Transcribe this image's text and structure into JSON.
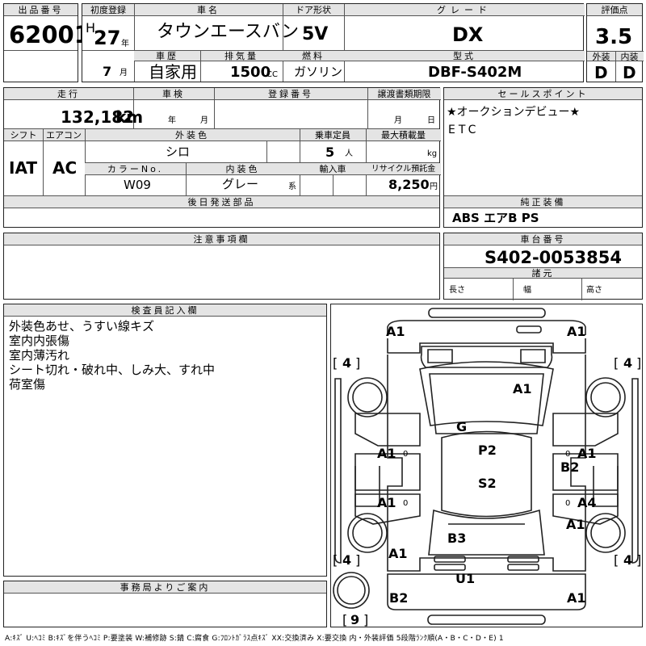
{
  "header_labels": {
    "lot_no": "出品番号",
    "first_reg": "初度登録",
    "car_name": "車名",
    "door": "ドア形状",
    "grade": "グレード",
    "score": "評価点",
    "history": "車歴",
    "displacement": "排気量",
    "fuel": "燃料",
    "model": "型式",
    "exterior": "外装",
    "interior": "内装",
    "mileage": "走行",
    "inspection": "車検",
    "reg_no": "登録番号",
    "transfer": "譲渡書類期限",
    "shift": "シフト",
    "aircon": "エアコン",
    "ext_color": "外装色",
    "capacity": "乗車定員",
    "max_load": "最大積載量",
    "color_no": "カラーNo.",
    "int_color": "内装色",
    "import": "輸入車",
    "recycle": "リサイクル預託金",
    "later": "後日発送部品",
    "selling": "セールスポイント",
    "options": "純正装備",
    "notes": "注意事項欄",
    "chassis": "車台番号",
    "specs": "諸元",
    "inspector": "検査員記入欄",
    "office": "事務局よりご案内"
  },
  "vehicle": {
    "lot_no": "62001",
    "era": "H",
    "year": "27",
    "year_unit": "年",
    "month": "7",
    "month_unit": "月",
    "car_name": "タウンエースバン",
    "door": "5V",
    "grade": "DX",
    "score": "3.5",
    "history": "自家用",
    "displacement": "1500",
    "displacement_unit": "CC",
    "fuel": "ガソリン",
    "model": "DBF-S402M",
    "exterior_grade": "D",
    "interior_grade": "D",
    "mileage": "132,182",
    "mileage_unit": "km",
    "insp_year_unit": "年",
    "insp_month_unit": "月",
    "transfer_month_unit": "月",
    "transfer_day_unit": "日",
    "shift": "IAT",
    "aircon": "AC",
    "ext_color": "シロ",
    "capacity": "5",
    "capacity_unit": "人",
    "load_unit": "kg",
    "color_no": "W09",
    "int_color": "グレー",
    "int_color_suffix": "系",
    "recycle_fee": "8,250",
    "recycle_unit": "円",
    "chassis_no": "S402-0053854",
    "length_label": "長さ",
    "width_label": "幅",
    "height_label": "高さ"
  },
  "selling_points": [
    "★オークションデビュー★",
    "ETC"
  ],
  "options": "ABS エアB PS",
  "inspector_comments": [
    "外装色あせ、うすい線キズ",
    "室内内張傷",
    "室内薄汚れ",
    "シート切れ・破れ中、しみ大、すれ中",
    "荷室傷"
  ],
  "diagram_marks": {
    "front_left": "A1",
    "front_right": "A1",
    "tire_fl": "4",
    "tire_fr": "4",
    "tire_rl": "4",
    "tire_rr": "4",
    "spare": "9",
    "hood": "A1",
    "windshield": "G",
    "left_front_door": "A1",
    "left_rear_door": "A1",
    "left_rear_quarter": "A1",
    "right_front_door": "A1",
    "right_rear_door": "A4",
    "right_rear_quarter": "A1",
    "right_sill": "B2",
    "roof_front": "P2",
    "roof_rear": "S2",
    "back_door": "B3",
    "rear_bumper": "U1",
    "rear_left": "B2",
    "rear_right": "A1",
    "left_mirror_a": "0",
    "left_mirror_b": "0",
    "right_mirror_a": "0",
    "right_mirror_b": "0"
  },
  "legend": "A:ｷｽﾞ  U:ﾍｺﾐ  B:ｷｽﾞを伴うﾍｺﾐ  P:要塗装  W:補修跡  S:錆  C:腐食  G:ﾌﾛﾝﾄｶﾞﾗｽ点ｷｽﾞ  XX:交換済み  X:要交換   内・外装評価  5段階ﾗﾝｸ順(A・B・C・D・E) 1"
}
